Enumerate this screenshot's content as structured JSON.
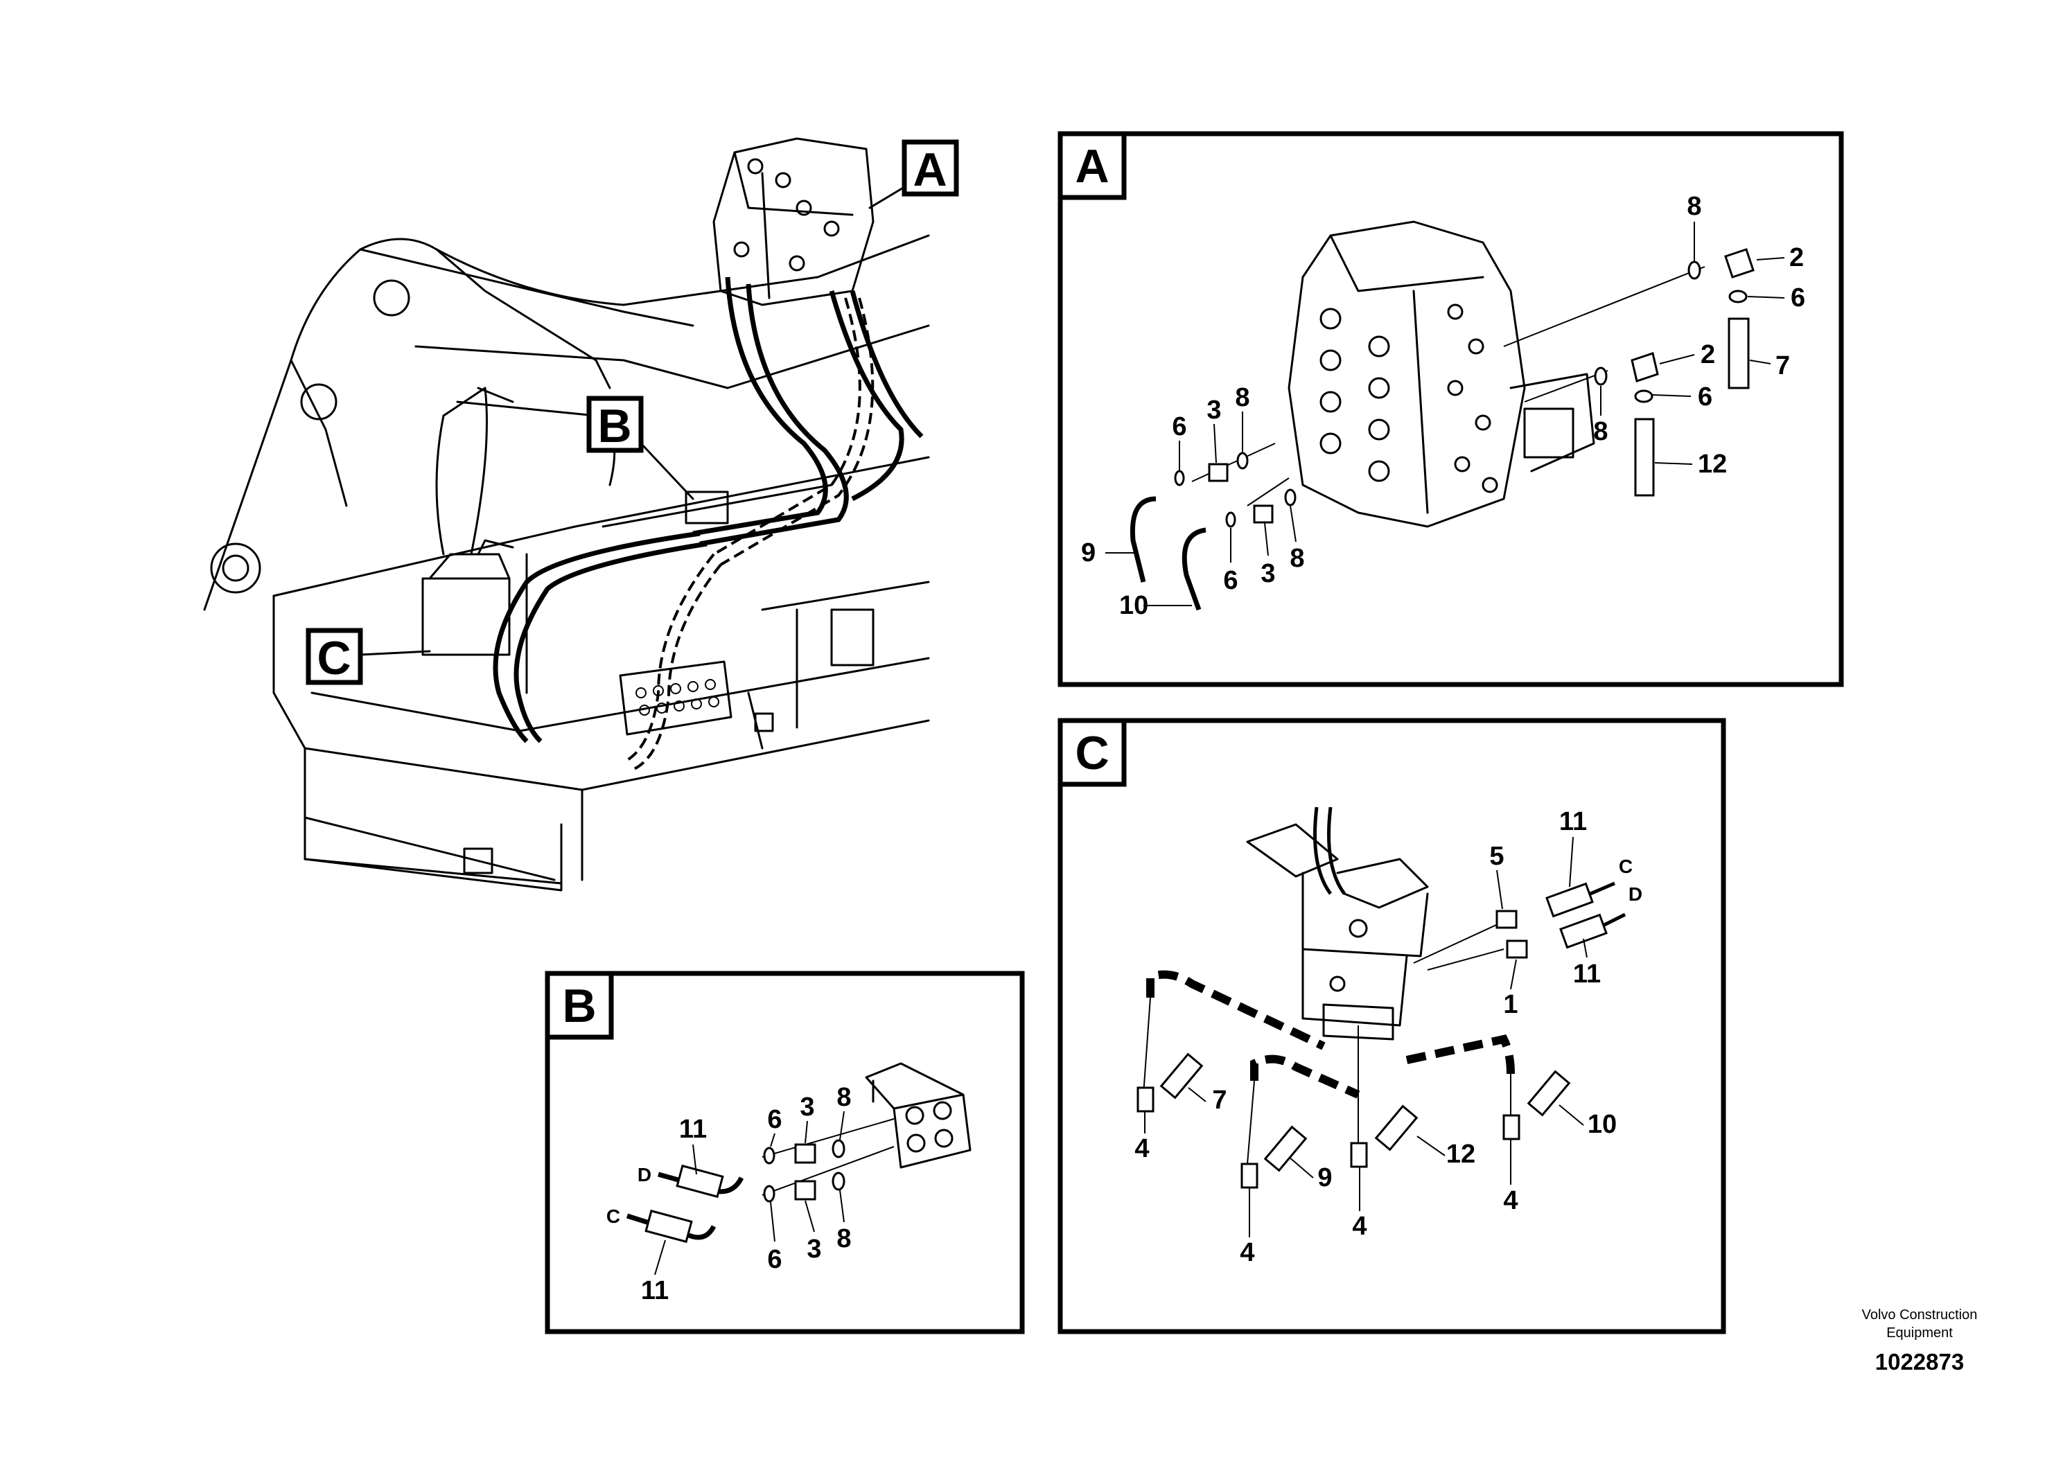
{
  "callouts": {
    "overview": {
      "A": "A",
      "B": "B",
      "C": "C"
    },
    "panel_a": {
      "title": "A",
      "parts": [
        "8",
        "2",
        "6",
        "2",
        "7",
        "6",
        "8",
        "12",
        "6",
        "3",
        "8",
        "9",
        "10",
        "6",
        "3",
        "8"
      ]
    },
    "panel_b": {
      "title": "B",
      "parts": [
        "11",
        "6",
        "3",
        "8",
        "6",
        "3",
        "8",
        "11"
      ],
      "ports": [
        "D",
        "C"
      ]
    },
    "panel_c": {
      "title": "C",
      "parts": [
        "11",
        "5",
        "11",
        "1",
        "7",
        "4",
        "9",
        "4",
        "12",
        "4",
        "10",
        "4"
      ],
      "ports": [
        "C",
        "D"
      ]
    }
  },
  "footer": {
    "maker_line1": "Volvo Construction",
    "maker_line2": "Equipment",
    "drawing_number": "1022873"
  }
}
